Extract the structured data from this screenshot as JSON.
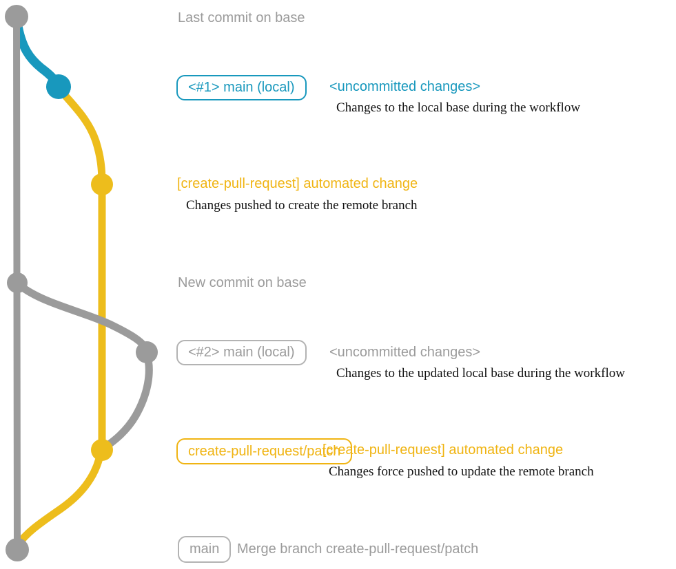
{
  "colors": {
    "gray": "#9b9b9b",
    "border_gray": "#b3b3b3",
    "blue": "#1898bd",
    "yellow": "#edbd1c",
    "yellow_text": "#f0b412",
    "description_text": "#111111"
  },
  "labels": {
    "last_commit_on_base": "Last commit on base",
    "new_commit_on_base": "New commit on base"
  },
  "row_uncommitted_1": {
    "badge": "<#1> main (local)",
    "title": "<uncommitted changes>",
    "desc": "Changes to the local base during the workflow"
  },
  "row_push_1": {
    "title": "[create-pull-request] automated change",
    "desc": "Changes pushed to create the remote branch"
  },
  "row_uncommitted_2": {
    "badge": "<#2> main (local)",
    "title": "<uncommitted changes>",
    "desc": "Changes to the updated local base during the workflow"
  },
  "row_push_2": {
    "badge": "create-pull-request/patch",
    "title": "[create-pull-request] automated change",
    "desc": "Changes force pushed to update the remote branch"
  },
  "row_merge": {
    "badge": "main",
    "title": "Merge branch create-pull-request/patch"
  }
}
